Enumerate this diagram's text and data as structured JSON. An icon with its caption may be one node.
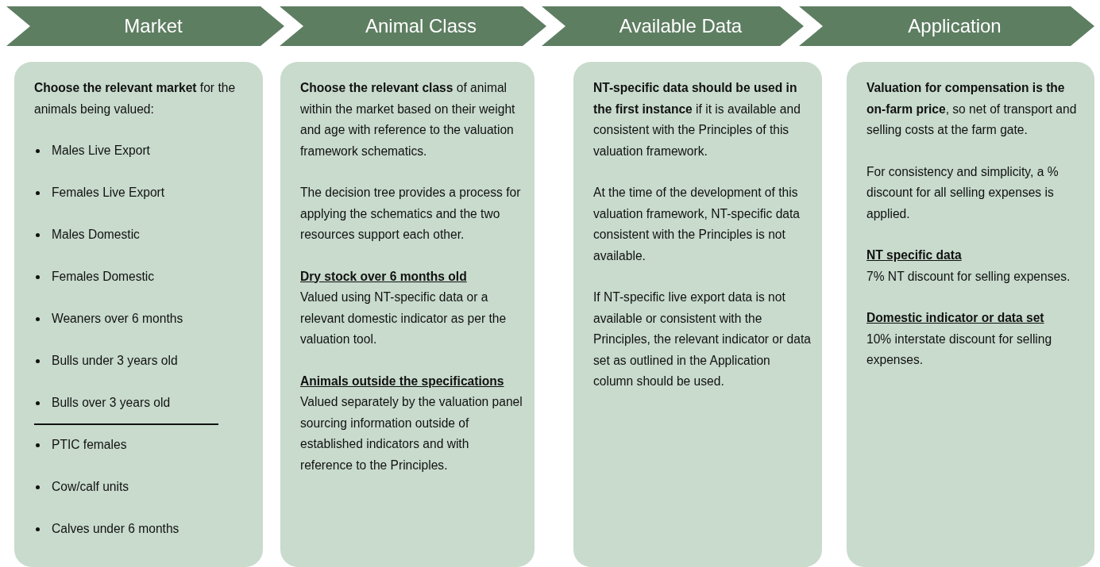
{
  "diagram": {
    "nodes": [
      {
        "text": [
          "Market"
        ]
      },
      {
        "text": [
          "Animal Class"
        ]
      },
      {
        "text": [
          "Available Data"
        ]
      },
      {
        "text": [
          "Application"
        ]
      },
      {
        "text": [
          "**Choose the relevant market** for the animals being valued:",
          "Males Live Export",
          "Females Live Export",
          "Males Domestic",
          "Females Domestic",
          "Weaners over 6 months",
          "Bulls under 3 years old",
          "Bulls over 3 years old",
          "PTIC females",
          "Cow/calf units",
          "Calves under 6 months"
        ]
      },
      {
        "text": [
          "**Choose the relevant class** of animal within the market based on their weight and age with reference to the valuation framework schematics.",
          "The decision tree provides a process for applying the schematics and the two resources support each other.",
          "Dry stock over 6 months old",
          "Valued using NT-specific data or a relevant domestic indicator as per the valuation tool.",
          "Animals outside the specifications",
          "Valued separately by the valuation panel sourcing information outside of established indicators and with reference to the Principles."
        ]
      },
      {
        "text": [
          "**NT-specific data should be used in the first instance** if it is available and consistent with the Principles of this valuation framework.",
          "At the time of the development of this valuation framework, NT-specific data consistent with the Principles is not available.",
          "If NT-specific live export data is not available or consistent with the Principles, the relevant indicator or data set as outlined in the Application column should be used."
        ]
      },
      {
        "text": [
          "**Valuation for compensation is the on-farm price**, so net of transport and selling costs at the farm gate.",
          "For consistency and simplicity, a % discount for all selling expenses is applied.",
          "NT specific data",
          "7% NT discount for selling expenses.",
          "Domestic indicator or data set",
          "10% interstate discount for selling expenses."
        ]
      }
    ]
  }
}
